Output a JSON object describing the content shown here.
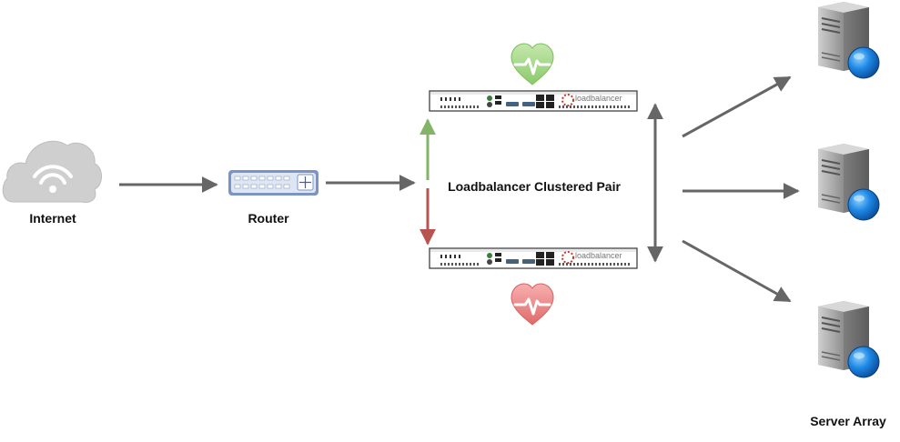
{
  "labels": {
    "internet": "Internet",
    "router": "Router",
    "cluster": "Loadbalancer Clustered Pair",
    "servers": "Server Array",
    "appliance_brand": "loadbalancer"
  },
  "colors": {
    "arrow": "#666666",
    "healthy": "#82b366",
    "failed": "#b85450",
    "heart_green": "#a9d98b",
    "heart_red": "#f08a8a",
    "globe": "#1e88e5",
    "cloud": "#cfcfcf",
    "router_body": "#dfe6f3"
  },
  "icons": [
    "cloud-wifi-icon",
    "router-icon",
    "heartbeat-icon",
    "server-globe-icon"
  ]
}
